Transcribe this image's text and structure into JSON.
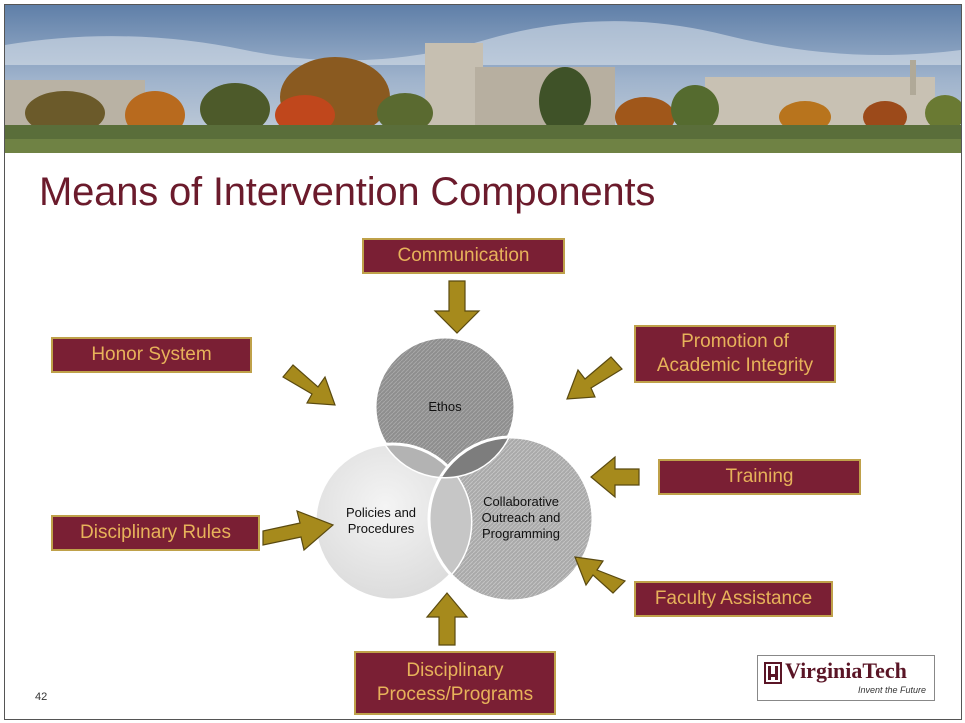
{
  "title": "Means of Intervention Components",
  "slide_number": "42",
  "boxes": {
    "communication": "Communication",
    "honor_system": "Honor System",
    "promotion_line1": "Promotion of",
    "promotion_line2": "Academic Integrity",
    "training": "Training",
    "disciplinary_rules": "Disciplinary Rules",
    "faculty_assistance": "Faculty Assistance",
    "process_line1": "Disciplinary",
    "process_line2": "Process/Programs"
  },
  "circles": {
    "ethos": "Ethos",
    "policies_line1": "Policies and",
    "policies_line2": "Procedures",
    "collab_line1": "Collaborative",
    "collab_line2": "Outreach and",
    "collab_line3": "Programming"
  },
  "logo": {
    "name": "VirginiaTech",
    "tagline": "Invent the Future"
  },
  "colors": {
    "maroon": "#7a1f34",
    "box_text": "#e7b25a",
    "arrow": "#a68a1c",
    "title": "#6b1b2c"
  }
}
